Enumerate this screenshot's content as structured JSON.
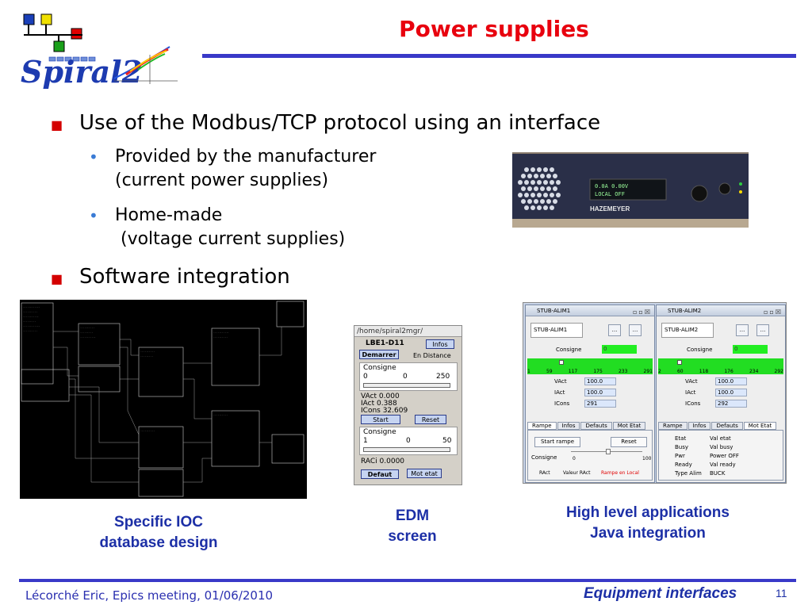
{
  "slide": {
    "title": "Power supplies",
    "logo_text": "Spiral2"
  },
  "bullets": {
    "b1": "Use of the Modbus/TCP protocol using an interface",
    "s1_line1": "Provided by the manufacturer",
    "s1_line2": "(current power supplies)",
    "s2_line1": "Home-made",
    "s2_line2": " (voltage current supplies)",
    "b4": "Software integration"
  },
  "photo": {
    "brand": "HAZEMEYER"
  },
  "edm": {
    "titlebar": "/home/spiral2mgr/",
    "name": "LBE1-D11",
    "infos_btn": "Infos",
    "demarrer_btn": "Demarrer",
    "status": "En Distance",
    "consigne1_label": "Consigne",
    "consigne1_min": "0",
    "consigne1_mid": "0",
    "consigne1_max": "250",
    "vact": "VAct  0.000",
    "iact": "IAct  0.388",
    "icons": "ICons 32.609",
    "start_rampe_btn": "Start rampe",
    "reset_btn": "Reset",
    "consigne2_label": "Consigne",
    "consigne2_min": "1",
    "consigne2_mid": "0",
    "consigne2_max": "50",
    "raci": "RACi 0.0000",
    "default_btn": "Defaut",
    "mot_etat_btn": "Mot etat"
  },
  "java": {
    "windows": [
      {
        "title": "STUB-ALIM1",
        "name": "STUB-ALIM1",
        "btn1": "...",
        "btn2": "...",
        "consigne_label": "Consigne",
        "consigne_value": "0",
        "ticks": [
          "1",
          "59",
          "117",
          "175",
          "233",
          "291"
        ],
        "vact_label": "VAct",
        "vact_value": "100.0",
        "iact_label": "IAct",
        "iact_value": "100.0",
        "icons_label": "ICons",
        "icons_value": "291",
        "tabs": [
          "Rampe",
          "Infos",
          "Defauts",
          "Mot Etat"
        ],
        "start_rampe": "Start rampe",
        "reset": "Reset",
        "pane_consigne": "Consigne",
        "pane_min": "0",
        "pane_max": "100",
        "ract_label": "RAct",
        "ract_value_label": "Valeur RAct",
        "rampe_local": "Rampe en Local"
      },
      {
        "title": "STUB-ALIM2",
        "name": "STUB-ALIM2",
        "btn1": "...",
        "btn2": "...",
        "consigne_label": "Consigne",
        "consigne_value": "0",
        "ticks": [
          "2",
          "60",
          "118",
          "176",
          "234",
          "292"
        ],
        "vact_label": "VAct",
        "vact_value": "100.0",
        "iact_label": "IAct",
        "iact_value": "100.0",
        "icons_label": "ICons",
        "icons_value": "292",
        "tabs": [
          "Rampe",
          "Infos",
          "Defauts",
          "Mot Etat"
        ],
        "etat_label": "Etat",
        "etat_value": "Val etat",
        "busy_label": "Busy",
        "busy_value": "Val busy",
        "pwr_label": "Pwr",
        "pwr_value": "Power OFF",
        "ready_label": "Ready",
        "ready_value": "Val ready",
        "type_label": "Type Alim",
        "type_value": "BUCK"
      }
    ]
  },
  "captions": {
    "ioc_line1": "Specific IOC",
    "ioc_line2": "database design",
    "edm_line1": "EDM",
    "edm_line2": "screen",
    "java_line1": "High level applications",
    "java_line2": "Java integration"
  },
  "footer": {
    "left": "Lécorché Eric, Epics meeting, 01/06/2010",
    "right": "Equipment interfaces",
    "page": "11"
  }
}
